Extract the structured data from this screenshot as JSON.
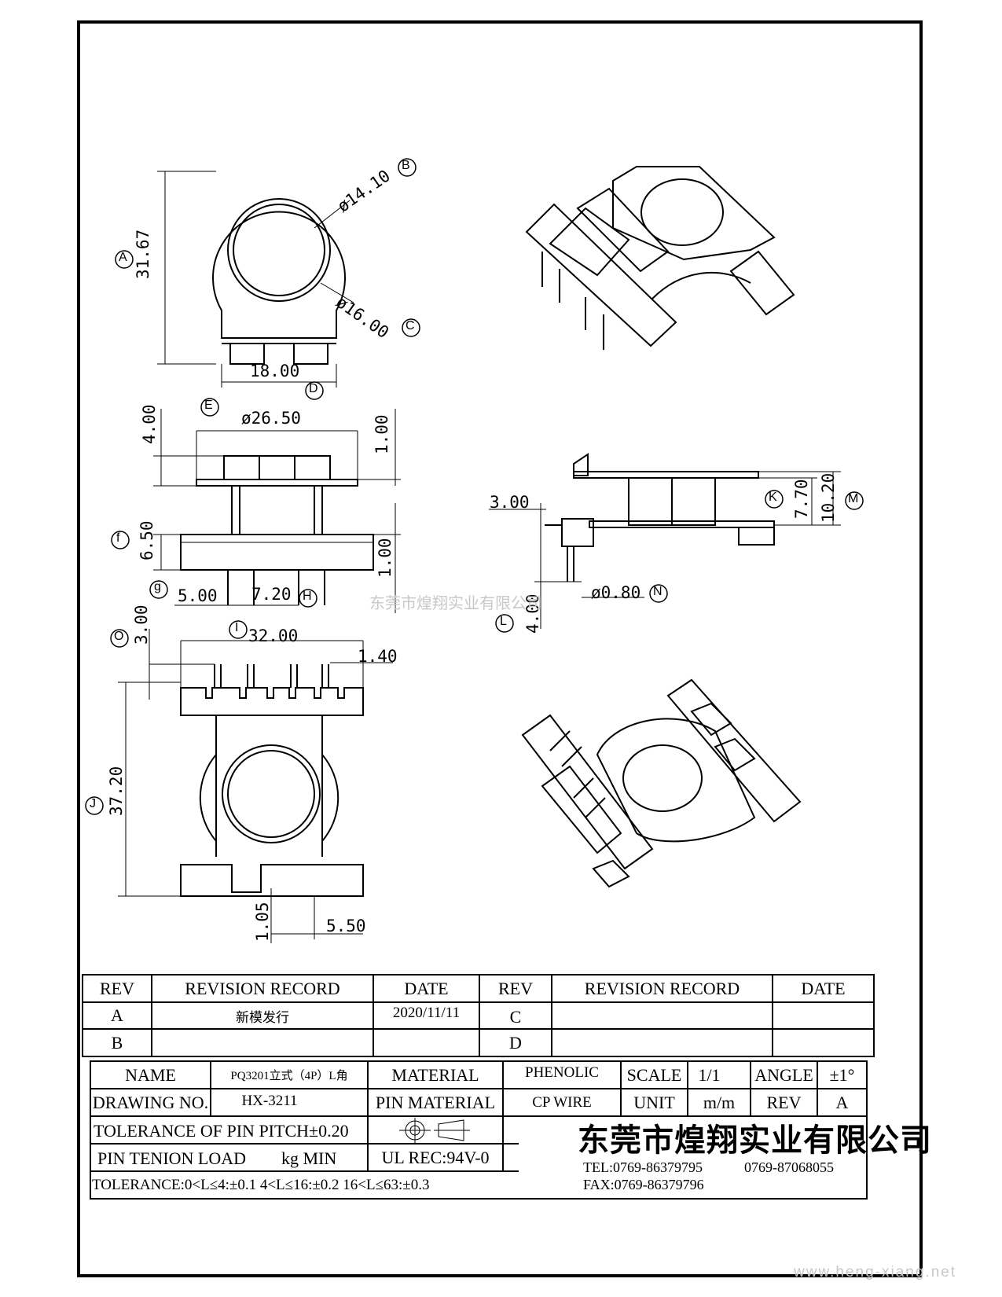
{
  "dimensions": {
    "a_label": "31.67",
    "b_label": "ø14.10",
    "c_label": "ø16.00",
    "d_label": "18.00",
    "e_label": "ø26.50",
    "e_top": "4.00",
    "e_right": "1.00",
    "f_label": "6.50",
    "f_right": "1.00",
    "g_label": "5.00",
    "h_label": "7.20",
    "i_label": "32.00",
    "i_right": "1.40",
    "o_label": "3.00",
    "j_label": "37.20",
    "j_bottom": "1.05",
    "j_slot": "5.50",
    "k_label": "7.70",
    "m_label": "10.20",
    "side_pin_len": "3.00",
    "n_label": "ø0.80",
    "l_label": "4.00"
  },
  "markers": [
    "A",
    "B",
    "C",
    "D",
    "E",
    "f",
    "g",
    "H",
    "I",
    "O",
    "J",
    "K",
    "M",
    "N",
    "L"
  ],
  "revision_table": {
    "headers": [
      "REV",
      "REVISION RECORD",
      "DATE",
      "REV",
      "REVISION RECORD",
      "DATE"
    ],
    "rows": [
      [
        "A",
        "新模发行",
        "2020/11/11",
        "C",
        "",
        ""
      ],
      [
        "B",
        "",
        "",
        "D",
        "",
        ""
      ]
    ]
  },
  "title_block": {
    "name_label": "NAME",
    "name_value": "PQ3201立式（4P）L角",
    "material_label": "MATERIAL",
    "material_value": "PHENOLIC",
    "scale_label": "SCALE",
    "scale_value": "1/1",
    "angle_label": "ANGLE",
    "angle_value": "±1°",
    "drawing_no_label": "DRAWING NO.",
    "drawing_no_value": "HX-3211",
    "pin_material_label": "PIN MATERIAL",
    "pin_material_value": "CP WIRE",
    "unit_label": "UNIT",
    "unit_value": "m/m",
    "rev_label": "REV",
    "rev_value": "A",
    "pin_pitch_tol": "TOLERANCE OF PIN PITCH±0.20",
    "pin_tenion": "PIN TENION LOAD",
    "pin_tenion_unit": "kg MIN",
    "ul_rec": "UL REC:94V-0",
    "tolerance_line": "TOLERANCE:0<L≤4:±0.1  4<L≤16:±0.2  16<L≤63:±0.3",
    "company": "东莞市煌翔实业有限公司",
    "tel": "TEL:0769-86379795",
    "tel2": "0769-87068055",
    "fax": "FAX:0769-86379796"
  },
  "watermarks": {
    "center": "东莞市煌翔实业有限公司",
    "url": "www.heng-xiang.net"
  }
}
